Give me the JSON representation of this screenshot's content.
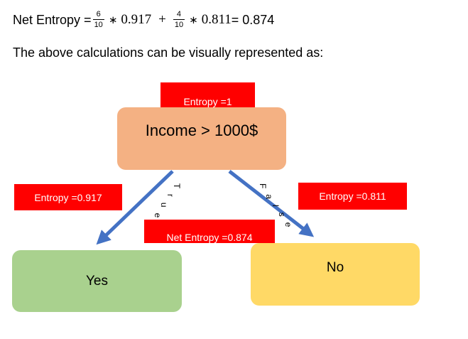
{
  "formula": {
    "label": "Net Entropy =",
    "frac1_num": "6",
    "frac1_den": "10",
    "mult1": "∗",
    "val1": "0.917",
    "plus": "+",
    "frac2_num": "4",
    "frac2_den": "10",
    "mult2": "∗",
    "val2": "0.811",
    "result": " = 0.874"
  },
  "subtitle": "The above calculations can be visually represented as:",
  "root_entropy_label": "Entropy =1",
  "root_node_label": "Income > 1000$",
  "left_entropy_label": "Entropy =0.917",
  "right_entropy_label": "Entropy =0.811",
  "net_entropy_label": "Net Entropy =0.874",
  "yes_node_label": "Yes",
  "no_node_label": "No",
  "true_edge_label": "True",
  "false_edge_label": "False",
  "colors": {
    "root_node": "#f4b183",
    "yes_node": "#a9d18e",
    "no_node": "#ffd966",
    "label_bg": "#ff0000",
    "arrow": "#4472c4"
  }
}
